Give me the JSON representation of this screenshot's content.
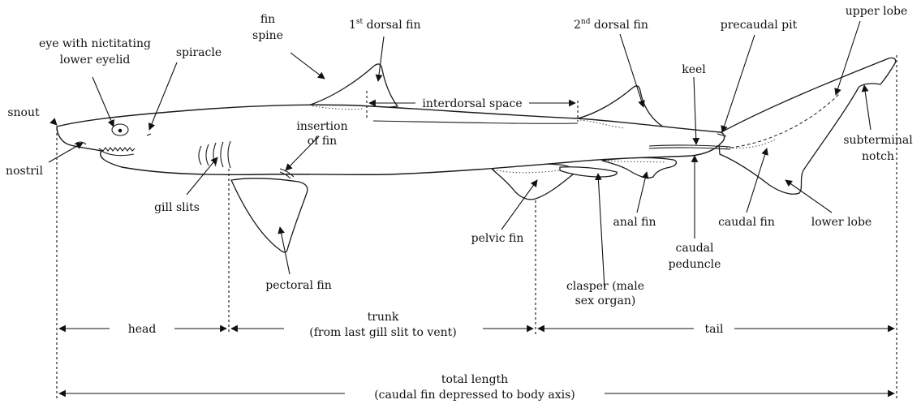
{
  "labels": {
    "fin_spine_1": "fin",
    "fin_spine_2": "spine",
    "first_dorsal_num": "1",
    "first_dorsal_sup": "st",
    "first_dorsal_rest": " dorsal fin",
    "eye_1": "eye with nictitating",
    "eye_2": "lower eyelid",
    "spiracle": "spiracle",
    "snout": "snout",
    "nostril": "nostril",
    "insertion_1": "insertion",
    "insertion_2": "of fin",
    "gill_slits": "gill slits",
    "pectoral_fin": "pectoral fin",
    "interdorsal_space": "interdorsal space",
    "second_dorsal_num": "2",
    "second_dorsal_sup": "nd",
    "second_dorsal_rest": " dorsal fin",
    "keel": "keel",
    "precaudal_pit": "precaudal pit",
    "upper_lobe": "upper lobe",
    "subterminal_1": "subterminal",
    "subterminal_2": "notch",
    "pelvic_fin": "pelvic fin",
    "anal_fin": "anal fin",
    "caudal_fin": "caudal fin",
    "lower_lobe": "lower lobe",
    "caudal_peduncle_1": "caudal",
    "caudal_peduncle_2": "peduncle",
    "clasper_1": "clasper (male",
    "clasper_2": "sex organ)"
  },
  "dimensions": {
    "head": "head",
    "trunk_1": "trunk",
    "trunk_2": "(from last gill slit to vent)",
    "tail": "tail",
    "total_1": "total length",
    "total_2": "(caudal fin depressed to body axis)"
  }
}
